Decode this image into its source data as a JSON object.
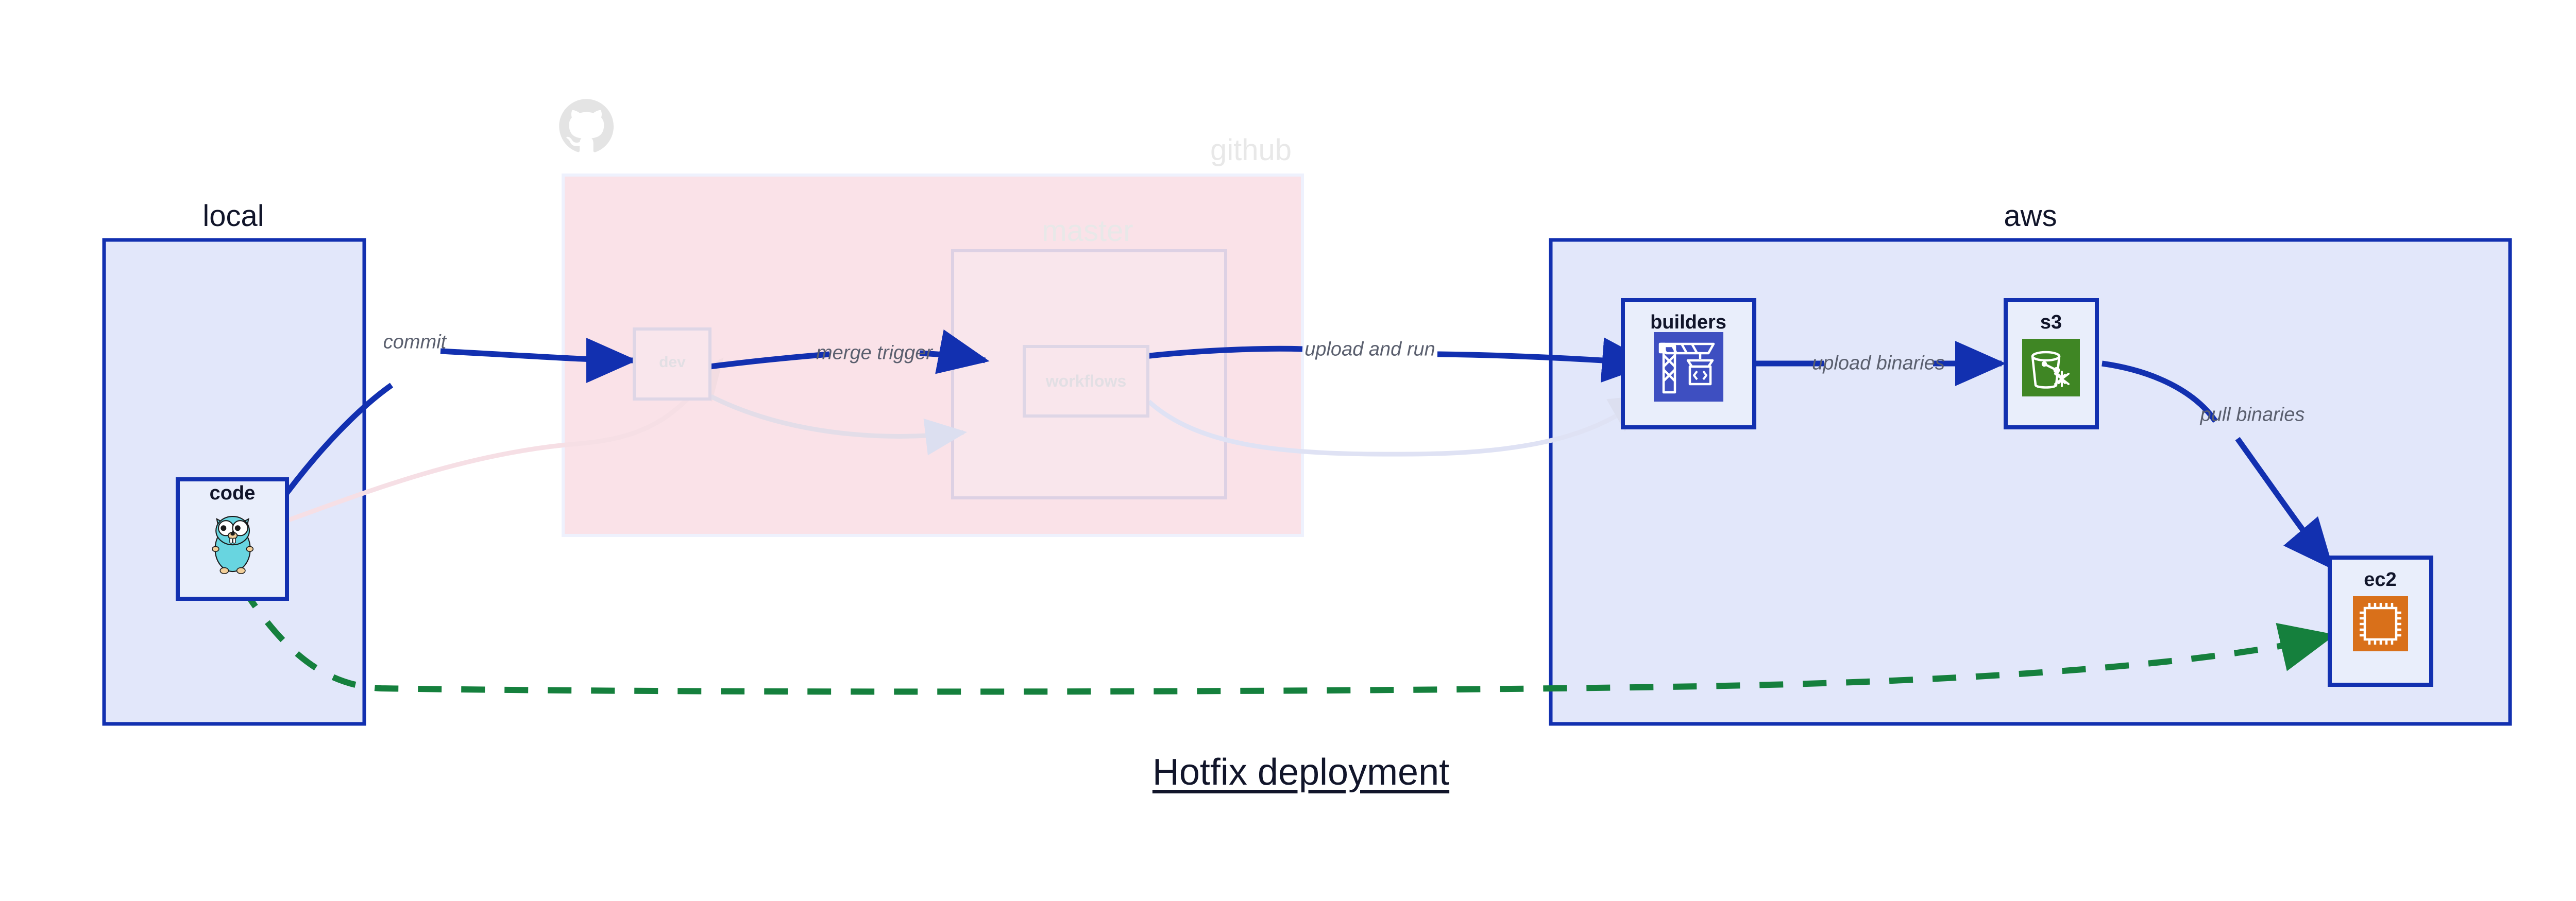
{
  "diagram": {
    "title": "Hotfix deployment",
    "background": "#ffffff"
  },
  "colors": {
    "blue_stroke": "#1230b0",
    "blue_fill": "#e2e7fa",
    "pink_fill": "#fae2e8",
    "pink_stroke": "#f0dce2",
    "node_fill": "#e9eefb",
    "green_dashed": "#15803d",
    "label_text": "#5a5f6e",
    "faded_text": "#e2dfe4",
    "title_text": "#11152a",
    "builders_icon_bg": "#3e4fc1",
    "s3_icon_bg": "#3f8624",
    "ec2_icon_bg": "#d9701a",
    "gopher_body": "#68d5e0"
  },
  "groups": [
    {
      "id": "local",
      "label": "local",
      "faded": false
    },
    {
      "id": "github",
      "label": "github",
      "faded": true
    },
    {
      "id": "aws",
      "label": "aws",
      "faded": false
    }
  ],
  "subgroups": [
    {
      "id": "master",
      "label": "master",
      "faded": true,
      "parent": "github"
    }
  ],
  "nodes": [
    {
      "id": "code",
      "label": "code",
      "group": "local",
      "icon": "go-gopher-icon",
      "faded": false
    },
    {
      "id": "dev",
      "label": "dev",
      "group": "github",
      "icon": null,
      "faded": true
    },
    {
      "id": "workflows",
      "label": "workflows",
      "group": "master",
      "icon": null,
      "faded": true
    },
    {
      "id": "builders",
      "label": "builders",
      "group": "aws",
      "icon": "crane-code-icon",
      "faded": false
    },
    {
      "id": "s3",
      "label": "s3",
      "group": "aws",
      "icon": "s3-bucket-icon",
      "faded": false
    },
    {
      "id": "ec2",
      "label": "ec2",
      "group": "aws",
      "icon": "cpu-chip-icon",
      "faded": false
    }
  ],
  "edges": [
    {
      "id": "e-commit",
      "from": "code",
      "to": "dev",
      "label": "commit",
      "style": "solid",
      "color": "blue",
      "faded": false
    },
    {
      "id": "e-merge-trigger",
      "from": "dev",
      "to": "workflows",
      "label": "merge trigger",
      "style": "solid",
      "color": "blue",
      "faded": false
    },
    {
      "id": "e-upload-and-run",
      "from": "workflows",
      "to": "builders",
      "label": "upload and run",
      "style": "solid",
      "color": "blue",
      "faded": false
    },
    {
      "id": "e-upload-binaries",
      "from": "builders",
      "to": "s3",
      "label": "upload binaries",
      "style": "solid",
      "color": "blue",
      "faded": false
    },
    {
      "id": "e-pull-binaries",
      "from": "s3",
      "to": "ec2",
      "label": "pull binaries",
      "style": "solid",
      "color": "blue",
      "faded": false
    },
    {
      "id": "e-hotfix",
      "from": "code",
      "to": "ec2",
      "label": "",
      "style": "dashed",
      "color": "green",
      "faded": false
    },
    {
      "id": "e-ghost-code-dev",
      "from": "code",
      "to": "dev",
      "label": "",
      "style": "solid",
      "color": "pink",
      "faded": true
    },
    {
      "id": "e-ghost-dev-wf",
      "from": "dev",
      "to": "workflows",
      "label": "",
      "style": "solid",
      "color": "pink",
      "faded": true
    },
    {
      "id": "e-ghost-wf-build",
      "from": "workflows",
      "to": "builders",
      "label": "",
      "style": "solid",
      "color": "grey",
      "faded": true
    }
  ],
  "decorations": [
    {
      "id": "github-octocat",
      "icon": "github-octocat-icon",
      "faded": true
    }
  ]
}
